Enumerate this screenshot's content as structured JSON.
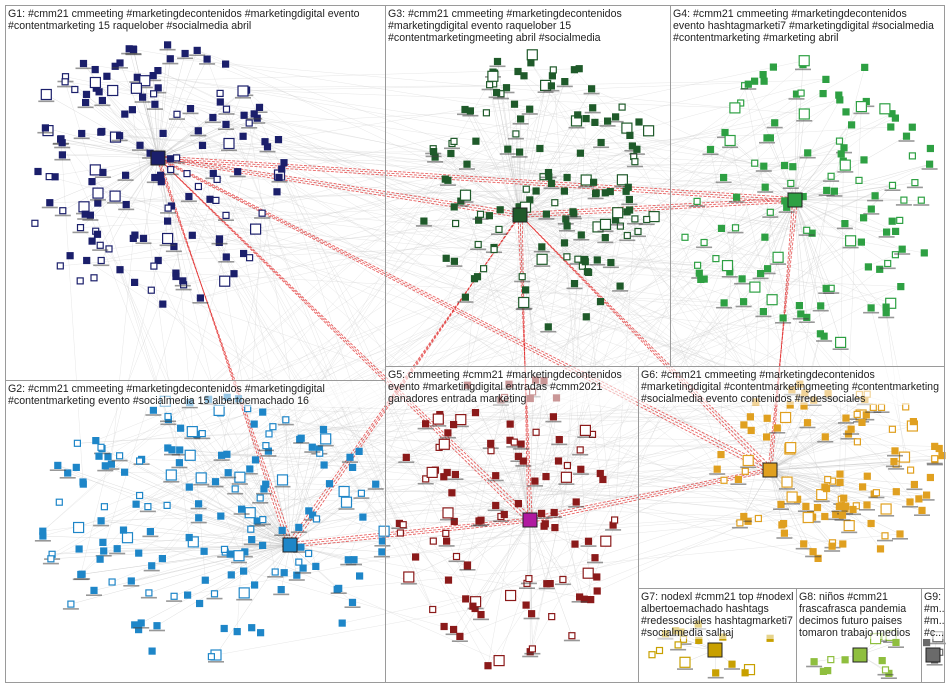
{
  "graph": {
    "groups": [
      {
        "id": "G1",
        "label": "G1: #cmm21 cmmeeting #marketingdecontenidos #marketingdigital evento\n#contentmarketing 15 raquelober #socialmedia abril",
        "color": "#1b1f6b"
      },
      {
        "id": "G2",
        "label": "G2: #cmm21 cmmeeting #marketingdecontenidos #marketingdigital\n#contentmarketing evento #socialmedia 15 albertoemachado 16",
        "color": "#1e86c8"
      },
      {
        "id": "G3",
        "label": "G3: #cmm21 cmmeeting #marketingdecontenidos\n#marketingdigital evento raquelober 15\n#contentmarketingmeeting abril #socialmedia",
        "color": "#1f5a2a"
      },
      {
        "id": "G4",
        "label": "G4: #cmm21 cmmeeting #marketingdecontenidos\nevento hashtagmarketi7 #marketingdigital #socialmedia\n#contentmarketing #marketing abril",
        "color": "#2ea043"
      },
      {
        "id": "G5",
        "label": "G5: cmmeeting #cmm21 #marketingdecontenidos\nevento #marketingdigital entradas #cmm2021\nganadores entrada marketing",
        "color": "#8b1a1a"
      },
      {
        "id": "G6",
        "label": "G6: #cmm21 cmmeeting #marketingdecontenidos\n#marketingdigital #contentmarketingmeeting #contentmarketing\n#socialmedia evento contenidos #redessociales",
        "color": "#e0a020"
      },
      {
        "id": "G7",
        "label": "G7: nodexl #cmm21 top #nodexl\nalbertoemachado hashtags\n#redessociales hashtagmarketi7\n#socialmedia salhaj",
        "color": "#c8a000"
      },
      {
        "id": "G8",
        "label": "G8: niños #cmm21\nfrascafrasca pandemia\ndecimos futuro paises\ntomaron trabajo medios",
        "color": "#8fbf3f"
      },
      {
        "id": "G9",
        "label": "G9:\n#m...\n#m...\n#c...",
        "color": "#6a6a6a"
      }
    ],
    "edge_color": "#c8c8c8",
    "highlight_edge_color": "#e02020"
  }
}
